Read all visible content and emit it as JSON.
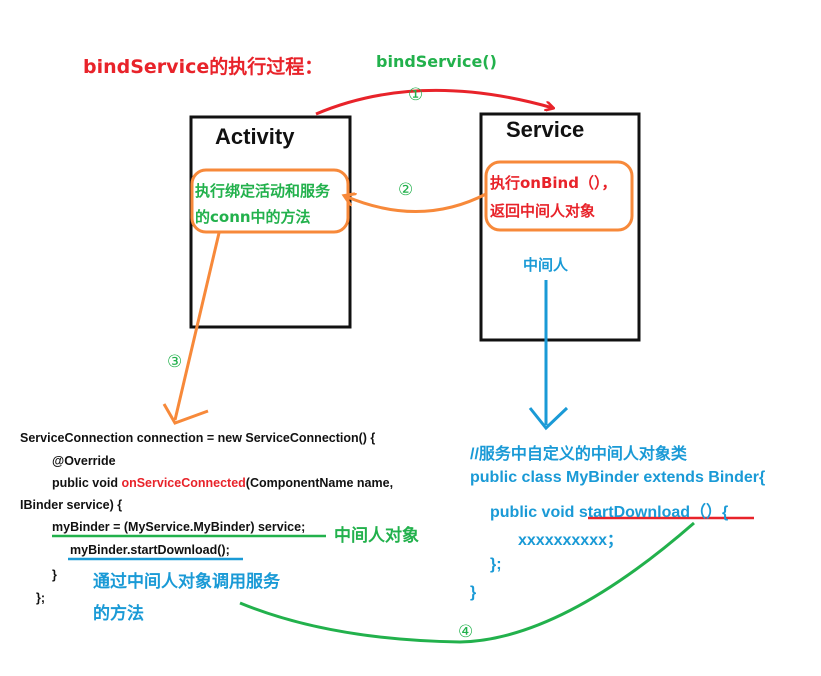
{
  "title": "bindService的执行过程：",
  "call_label": "bindService()",
  "activity": {
    "title": "Activity",
    "inner_line1": "执行绑定活动和服务",
    "inner_line2": "的conn中的方法"
  },
  "service": {
    "title": "Service",
    "inner_line1": "执行onBind（），",
    "inner_line2": "返回中间人对象",
    "middle_label": "中间人"
  },
  "steps": {
    "s1": "①",
    "s2": "②",
    "s3": "③",
    "s4": "④"
  },
  "left_code": {
    "line1": "ServiceConnection connection = new ServiceConnection() {",
    "line2": "@Override",
    "line3_pre": "public void ",
    "line3_method": "onServiceConnected",
    "line3_post": "(ComponentName name,",
    "line4": "IBinder service) {",
    "line5": "myBinder = (MyService.MyBinder) service;",
    "line6": "myBinder.startDownload();",
    "line7": "}",
    "line8": "};"
  },
  "left_notes": {
    "middle_object": "中间人对象",
    "call_line1": "通过中间人对象调用服务",
    "call_line2": "的方法"
  },
  "right_code": {
    "comment": "//服务中自定义的中间人对象类",
    "class_line": "public  class MyBinder extends Binder{",
    "method_pre": "public void ",
    "method_name": "startDownload（）{",
    "body": "xxxxxxxxxx；",
    "close1": "};",
    "close2": "}"
  },
  "colors": {
    "red": "#e8232a",
    "green": "#22b14c",
    "blue": "#1a9ad6",
    "orange": "#f7893a",
    "black": "#111111"
  }
}
